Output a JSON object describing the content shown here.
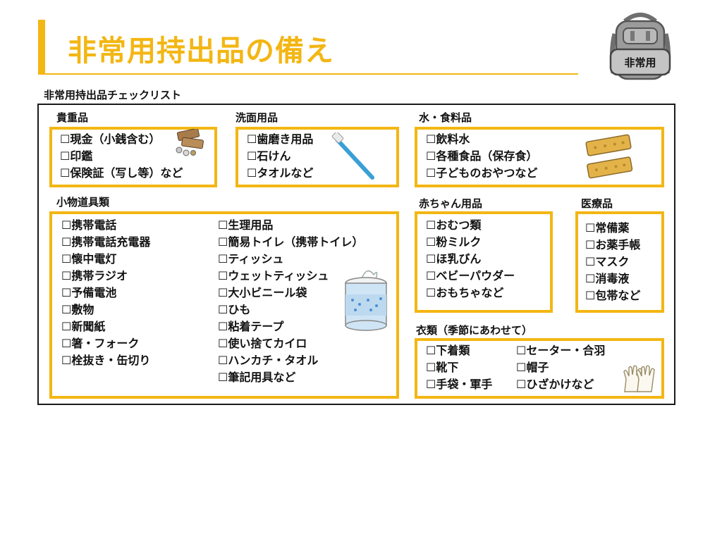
{
  "page": {
    "title": "非常用持出品の備え",
    "subtitle": "非常用持出品チェックリスト"
  },
  "backpack": {
    "label": "非常用",
    "icon": "backpack-icon"
  },
  "checkbox_glyph": "☐",
  "categories": {
    "valuables": {
      "label": "貴重品",
      "items": [
        "現金（小銭含む）",
        "印鑑",
        "保険証（写し等）など"
      ],
      "icon": "money-icon"
    },
    "toiletries": {
      "label": "洗面用品",
      "items": [
        "歯磨き用品",
        "石けん",
        "タオルなど"
      ],
      "icon": "toothbrush-icon"
    },
    "food": {
      "label": "水・食料品",
      "items": [
        "飲料水",
        "各種食品（保存食）",
        "子どものおやつなど"
      ],
      "icon": "ration-bar-icon"
    },
    "tools": {
      "label": "小物道具類",
      "items_left": [
        "携帯電話",
        "携帯電話充電器",
        "懐中電灯",
        "携帯ラジオ",
        "予備電池",
        "敷物",
        "新聞紙",
        "箸・フォーク",
        "栓抜き・缶切り"
      ],
      "items_right": [
        "生理用品",
        "簡易トイレ（携帯トイレ）",
        "ティッシュ",
        "ウェットティッシュ",
        "大小ビニール袋",
        "ひも",
        "粘着テープ",
        "使い捨てカイロ",
        "ハンカチ・タオル",
        "筆記用具など"
      ],
      "icon": "wet-tissue-icon"
    },
    "baby": {
      "label": "赤ちゃん用品",
      "items": [
        "おむつ類",
        "粉ミルク",
        "ほ乳びん",
        "ベビーパウダー",
        "おもちゃなど"
      ]
    },
    "medical": {
      "label": "医療品",
      "items": [
        "常備薬",
        "お薬手帳",
        "マスク",
        "消毒液",
        "包帯など"
      ]
    },
    "clothing": {
      "label": "衣類（季節にあわせて）",
      "items_left": [
        "下着類",
        "靴下",
        "手袋・軍手"
      ],
      "items_right": [
        "セーター・合羽",
        "帽子",
        "ひざかけなど"
      ],
      "icon": "gloves-icon"
    }
  },
  "colors": {
    "accent": "#f3b613",
    "frame": "#1a1a1a",
    "text": "#111111"
  }
}
